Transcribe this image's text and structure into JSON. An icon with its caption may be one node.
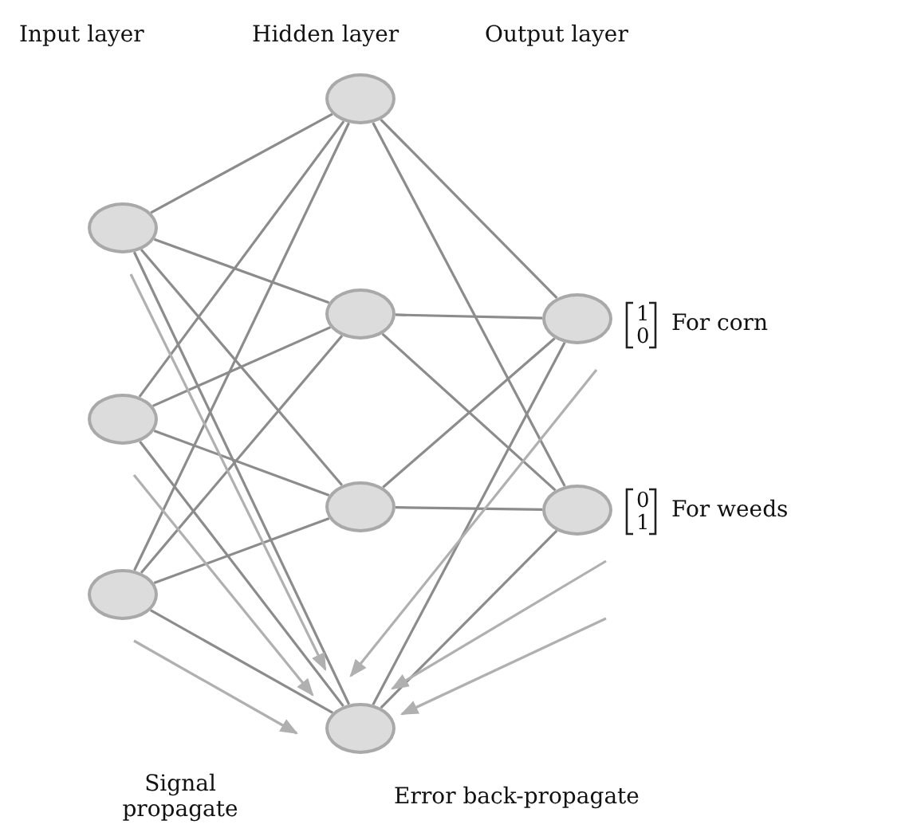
{
  "diagram": {
    "nodes": [
      {
        "text": [],
        "shape": "circle"
      },
      {
        "text": [],
        "shape": "circle"
      },
      {
        "text": [],
        "shape": "circle"
      },
      {
        "text": [],
        "shape": "circle"
      },
      {
        "text": [],
        "shape": "circle"
      },
      {
        "text": [],
        "shape": "circle"
      },
      {
        "text": [],
        "shape": "circle"
      },
      {
        "text": [],
        "shape": "circle"
      },
      {
        "text": [],
        "shape": "circle"
      }
    ],
    "edges": [
      {
        "from": 0,
        "to": 3,
        "arrow": "none"
      },
      {
        "from": 0,
        "to": 4,
        "arrow": "none"
      },
      {
        "from": 0,
        "to": 5,
        "arrow": "none"
      },
      {
        "from": 0,
        "to": 6,
        "arrow": "none"
      },
      {
        "from": 1,
        "to": 3,
        "arrow": "none"
      },
      {
        "from": 1,
        "to": 4,
        "arrow": "none"
      },
      {
        "from": 1,
        "to": 5,
        "arrow": "none"
      },
      {
        "from": 1,
        "to": 6,
        "arrow": "none"
      },
      {
        "from": 2,
        "to": 3,
        "arrow": "none"
      },
      {
        "from": 2,
        "to": 4,
        "arrow": "none"
      },
      {
        "from": 2,
        "to": 5,
        "arrow": "none"
      },
      {
        "from": 2,
        "to": 6,
        "arrow": "none"
      },
      {
        "from": 3,
        "to": 7,
        "arrow": "none"
      },
      {
        "from": 3,
        "to": 8,
        "arrow": "none"
      },
      {
        "from": 4,
        "to": 7,
        "arrow": "none"
      },
      {
        "from": 4,
        "to": 8,
        "arrow": "none"
      },
      {
        "from": 5,
        "to": 7,
        "arrow": "none"
      },
      {
        "from": 5,
        "to": 8,
        "arrow": "none"
      },
      {
        "from": 6,
        "to": 7,
        "arrow": "none"
      },
      {
        "from": 6,
        "to": 8,
        "arrow": "none"
      }
    ],
    "labels": [
      "Input layer",
      "Hidden layer",
      "Output layer",
      "1",
      "0",
      "For corn",
      "0",
      "1",
      "For weeds",
      "Signal propagate",
      "Error back-propagate"
    ]
  }
}
